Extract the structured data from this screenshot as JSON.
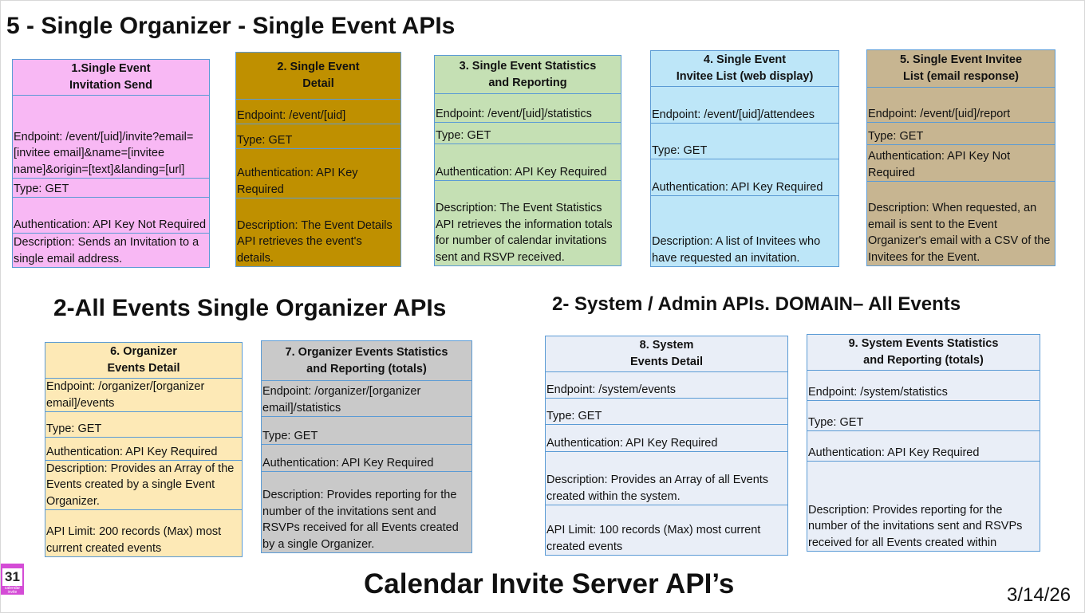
{
  "section1_title": "5 - Single Organizer - Single Event APIs",
  "section2_title": "2-All Events Single Organizer APIs",
  "section3_title": "2- System / Admin APIs. DOMAIN– All Events",
  "footer_title": "Calendar Invite Server API’s",
  "date": "3/14/26",
  "logo": {
    "number": "31",
    "caption": "calendar invite"
  },
  "colors": {
    "border": "#5b9bd5",
    "card1": "#f8b8f4",
    "card2": "#bf9000",
    "card3": "#c5e0b4",
    "card4": "#bde6f8",
    "card5": "#c7b591",
    "card6": "#fde9b6",
    "card7": "#c9c9c9",
    "card8": "#e9eef7",
    "card9": "#e9eef7"
  },
  "cards": [
    {
      "title1": "1.Single Event",
      "title2": "Invitation Send",
      "rows": [
        "Endpoint: /event/[uid]/invite?email=[invitee email]&name=[invitee name]&origin=[text]&landing=[url]",
        "Type: GET",
        "Authentication: API Key Not Required",
        "Description: Sends an Invitation to a single email address."
      ]
    },
    {
      "title1": "2. Single Event",
      "title2": "Detail",
      "rows": [
        "Endpoint: /event/[uid]",
        "Type: GET",
        "Authentication: API Key Required",
        "Description: The Event Details API retrieves the event's details."
      ]
    },
    {
      "title1": "3. Single Event Statistics",
      "title2": "and Reporting",
      "rows": [
        "Endpoint: /event/[uid]/statistics",
        "Type: GET",
        "Authentication: API Key Required",
        "Description: The Event Statistics API retrieves the information totals for number of calendar invitations sent and RSVP received."
      ]
    },
    {
      "title1": "4. Single Event",
      "title2": "Invitee List (web display)",
      "rows": [
        "Endpoint: /event/[uid]/attendees",
        "Type: GET",
        "Authentication: API Key Required",
        "Description: A list of Invitees who have requested an invitation."
      ]
    },
    {
      "title1": "5. Single Event Invitee",
      "title2": "List (email response)",
      "rows": [
        "Endpoint: /event/[uid]/report",
        "Type: GET",
        "Authentication: API Key Not Required",
        "Description: When requested, an email is sent to the Event Organizer's email with a CSV of the Invitees for the Event."
      ]
    },
    {
      "title1": "6. Organizer",
      "title2": "Events Detail",
      "rows": [
        "Endpoint: /organizer/[organizer email]/events",
        "Type: GET",
        "Authentication: API Key Required",
        "Description: Provides an Array of the Events created by a single Event Organizer.",
        "API Limit: 200 records (Max) most current created events"
      ]
    },
    {
      "title1": "7. Organizer Events Statistics",
      "title2": "and Reporting (totals)",
      "rows": [
        "Endpoint: /organizer/[organizer email]/statistics",
        "Type: GET",
        "Authentication: API Key Required",
        "Description: Provides reporting for the number of the invitations sent and RSVPs received for all Events created by a single Organizer."
      ]
    },
    {
      "title1": "8. System",
      "title2": "Events Detail",
      "rows": [
        "Endpoint: /system/events",
        "Type: GET",
        "Authentication: API Key Required",
        "Description: Provides an Array of all Events created within the system.",
        "API Limit: 100 records (Max) most current created events"
      ]
    },
    {
      "title1": "9. System Events Statistics",
      "title2": "and Reporting (totals)",
      "rows": [
        "Endpoint: /system/statistics",
        "Type: GET",
        "Authentication: API Key Required",
        "Description: Provides reporting for the number of the invitations sent and RSVPs received for all Events created within"
      ]
    }
  ]
}
